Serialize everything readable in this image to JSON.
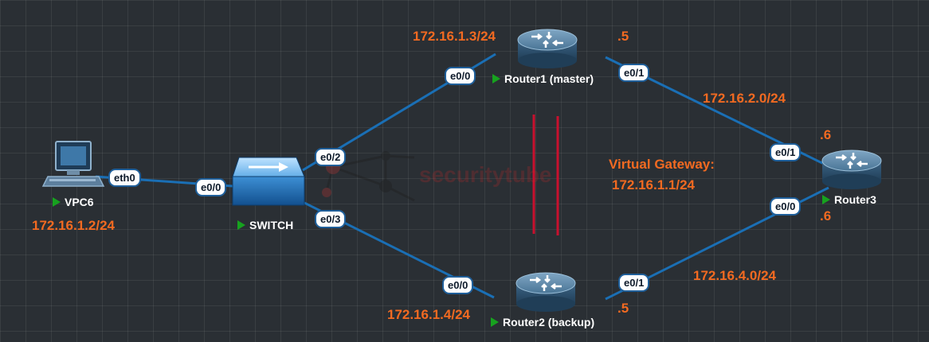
{
  "nodes": {
    "vpc": {
      "label": "VPC6",
      "ip": "172.16.1.2/24"
    },
    "switch": {
      "label": "SWITCH"
    },
    "router1": {
      "label": "Router1 (master)",
      "ip": "172.16.1.3/24",
      "suffix": ".5"
    },
    "router2": {
      "label": "Router2 (backup)",
      "ip": "172.16.1.4/24",
      "suffix": ".5"
    },
    "router3": {
      "label": "Router3",
      "suffix_top": ".6",
      "suffix_bottom": ".6"
    }
  },
  "ports": {
    "vpc_eth0": "eth0",
    "sw_e00": "e0/0",
    "sw_e02": "e0/2",
    "sw_e03": "e0/3",
    "r1_e00": "e0/0",
    "r1_e01": "e0/1",
    "r2_e00": "e0/0",
    "r2_e01": "e0/1",
    "r3_e01": "e0/1",
    "r3_e00": "e0/0"
  },
  "networks": {
    "top": "172.16.2.0/24",
    "bottom": "172.16.4.0/24"
  },
  "virtual_gateway": {
    "title": "Virtual Gateway:",
    "ip": "172.16.1.1/24"
  },
  "watermark": "securitytube",
  "colors": {
    "link": "#1a6fb5",
    "annotation": "#f26a21",
    "separator": "#c8102e",
    "status": "#17a21f"
  }
}
